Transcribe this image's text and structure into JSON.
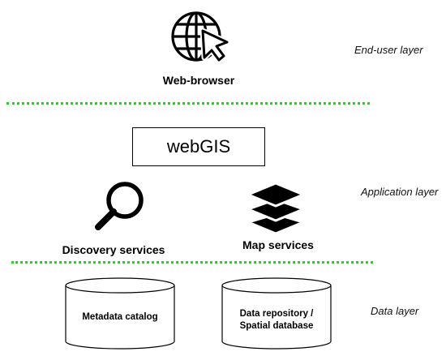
{
  "layers": {
    "end_user": "End-user layer",
    "application": "Application layer",
    "data": "Data layer"
  },
  "end_user": {
    "browser_label": "Web-browser",
    "icon": "globe-cursor-icon"
  },
  "application": {
    "webgis_label": "webGIS",
    "discovery_label": "Discovery services",
    "discovery_icon": "magnifier-icon",
    "map_label": "Map services",
    "map_icon": "layers-stack-icon"
  },
  "data": {
    "metadata_label": "Metadata catalog",
    "repository_line1": "Data repository /",
    "repository_line2": "Spatial database"
  },
  "colors": {
    "separator": "#2ecc2e"
  }
}
